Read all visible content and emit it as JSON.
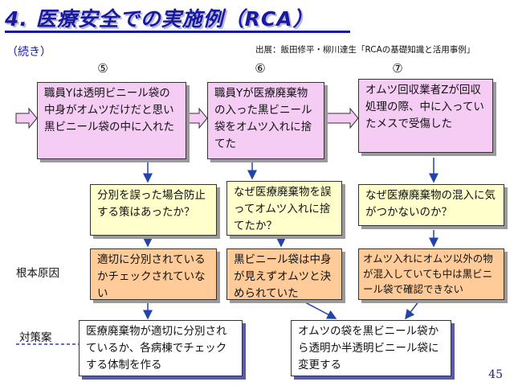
{
  "title": "4. 医療安全での実施例（RCA）",
  "subtitle": "（続き）",
  "source": "出展：飯田修平・柳川達生「RCAの基礎知識と活用事例」",
  "steps": [
    "⑤",
    "⑥",
    "⑦"
  ],
  "events": [
    "職員Yは透明ビニール袋の中身がオムツだけだと思い黒ビニール袋の中に入れた",
    "職員Yが医療廃棄物の入った黒ビニール袋をオムツ入れに捨てた",
    "オムツ回収業者Zが回収処理の際、中に入っていたメスで受傷した"
  ],
  "questions": [
    "分別を誤った場合防止する策はあったか？",
    "なぜ医療廃棄物を誤ってオムツ入れに捨てたか？",
    "なぜ医療廃棄物の混入に気がつかないのか？"
  ],
  "row_labels": {
    "root_cause": "根本原因",
    "countermeasure": "対策案"
  },
  "root_causes": [
    "適切に分別されているかチェックされていない",
    "黒ビニール袋は中身が見えずオムツと決められていた",
    "オムツ入れにオムツ以外の物が混入していても中は黒ビニール袋で確認できない"
  ],
  "countermeasures": [
    "医療廃棄物が適切に分別されているか、各病棟でチェックする体制を作る",
    "オムツの袋を黒ビニール袋から透明か半透明ビニール袋に変更する"
  ],
  "page_number": "45",
  "colors": {
    "event_fill": "#f4ccf4",
    "question_fill": "#ffffcc",
    "cause_fill": "#ffcc99",
    "title": "#1a1aa0"
  }
}
